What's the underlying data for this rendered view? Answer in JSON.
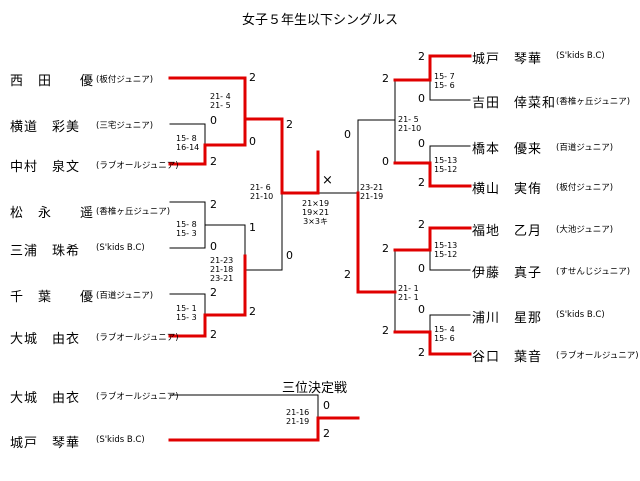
{
  "title": "女子５年生以下シングルス",
  "third_place_title": "三位決定戦",
  "players": {
    "l1": {
      "name": "西　田　　優",
      "club": "(板付ジュニア)"
    },
    "l2": {
      "name": "横道　彩美",
      "club": "(三宅ジュニア)"
    },
    "l3": {
      "name": "中村　泉文",
      "club": "(ラブオールジュニア)"
    },
    "l4": {
      "name": "松　永　　遥",
      "club": "(香椎ヶ丘ジュニア)"
    },
    "l5": {
      "name": "三浦　珠希",
      "club": "(S'kids B.C)"
    },
    "l6": {
      "name": "千　葉　　優",
      "club": "(百道ジュニア)"
    },
    "l7": {
      "name": "大城　由衣",
      "club": "(ラブオールジュニア)"
    },
    "r1": {
      "name": "城戸　琴華",
      "club": "(S'kids B.C)"
    },
    "r2": {
      "name": "吉田　倖菜和",
      "club": "(香椎ヶ丘ジュニア)"
    },
    "r3": {
      "name": "橋本　優来",
      "club": "(百道ジュニア)"
    },
    "r4": {
      "name": "横山　実侑",
      "club": "(板付ジュニア)"
    },
    "r5": {
      "name": "福地　乙月",
      "club": "(大池ジュニア)"
    },
    "r6": {
      "name": "伊藤　真子",
      "club": "(すせんじジュニア)"
    },
    "r7": {
      "name": "浦川　星那",
      "club": "(S'kids B.C)"
    },
    "r8": {
      "name": "谷口　葉音",
      "club": "(ラブオールジュニア)"
    },
    "t1": {
      "name": "大城　由衣",
      "club": "(ラブオールジュニア)"
    },
    "t2": {
      "name": "城戸　琴華",
      "club": "(S'kids B.C)"
    }
  },
  "counts": {
    "a": "2",
    "b": "0",
    "c": "2",
    "d": "0",
    "e": "2",
    "f": "2",
    "g": "1",
    "h": "0",
    "i": "0",
    "j": "2",
    "k": "2",
    "l": "2",
    "m": "0",
    "n": "0",
    "o": "2",
    "p": "0",
    "q": "2",
    "r": "2",
    "s": "0",
    "t": "0",
    "u": "2",
    "v": "2",
    "w": "0",
    "x": "2"
  },
  "scores": {
    "s1": "21- 4\n21- 5",
    "s2": "15- 8\n16-14",
    "s3": "21- 6\n21-10",
    "s4": "15- 8\n15- 3",
    "s5": "21-23\n21-18\n23-21",
    "s6": "15- 1\n15- 3",
    "s7": "15- 7\n15- 6",
    "s8": "21- 5\n21-10",
    "s9": "15-13\n15-12",
    "s10": "23-21\n21-19",
    "s11": "15-13\n15-12",
    "s12": "21- 1\n21- 1",
    "s13": "15- 4\n15- 6",
    "s14": "21-16\n21-19",
    "final": "21×19\n19×21\n3×3キ"
  },
  "final_mark": "×"
}
